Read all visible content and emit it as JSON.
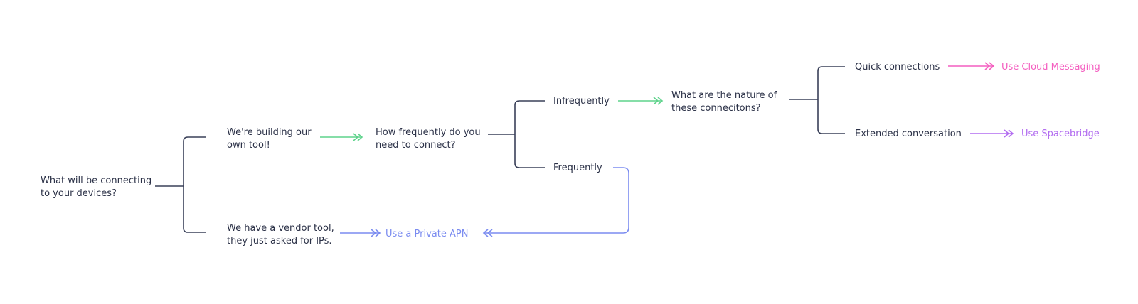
{
  "nodes": {
    "root": [
      "What will be connecting",
      "to your devices?"
    ],
    "building": [
      "We're building our",
      "own tool!"
    ],
    "vendor": [
      "We have a vendor tool,",
      "they just asked for IPs."
    ],
    "frequency": [
      "How frequently do you",
      "need to connect?"
    ],
    "infrequently": "Infrequently",
    "frequently": "Frequently",
    "nature": [
      "What are the nature of",
      "these connecitons?"
    ],
    "quick": "Quick connections",
    "extended": "Extended conversation"
  },
  "outcomes": {
    "cloud_messaging": "Use Cloud Messaging",
    "spacebridge": "Use Spacebridge",
    "private_apn": "Use a Private APN"
  },
  "colors": {
    "text": "#2b3147",
    "connector": "#3a4059",
    "green_arrow": "#5fd38c",
    "blue_arrow": "#7b8cf0",
    "cloud_messaging": "#f45fc0",
    "spacebridge": "#b26cf0",
    "private_apn": "#7b8cf0"
  }
}
